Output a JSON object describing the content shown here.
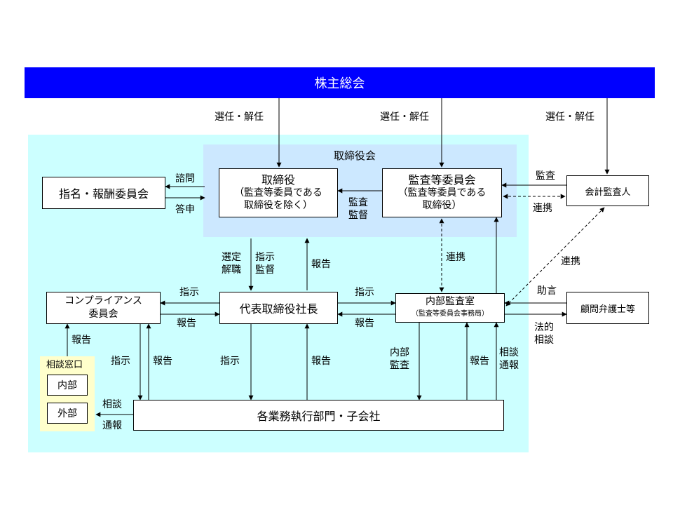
{
  "shareholders_meeting": "株主総会",
  "board": {
    "title": "取締役会",
    "directors": [
      "取締役",
      "（監査等委員である",
      "取締役を除く）"
    ],
    "audit_committee": [
      "監査等委員会",
      "（監査等委員である",
      "取締役）"
    ]
  },
  "nomination_committee": "指名・報酬委員会",
  "accounting_auditor": "会計監査人",
  "president": "代表取締役社長",
  "compliance_committee": [
    "コンプライアンス",
    "委員会"
  ],
  "internal_audit": [
    "内部監査室",
    "（監査等委員会事務局）"
  ],
  "legal_advisor": "顧問弁護士等",
  "consultation_desk": {
    "title": "相談窓口",
    "internal": "内部",
    "external": "外部"
  },
  "divisions": "各業務執行部門・子会社",
  "labels": {
    "elect_dismiss": "選任・解任",
    "consult_query": "諮問",
    "report_answer": "答申",
    "audit": "監査",
    "supervise": "監督",
    "cooperation": "連携",
    "select": "選定",
    "dismiss": "解職",
    "instruct": "指示",
    "report": "報告",
    "supervise2": "監督",
    "advice": "助言",
    "legal": "法的",
    "consult": "相談",
    "internal": "内部",
    "inspection": "監査",
    "whistle": "通報"
  },
  "colors": {
    "header_blue": "#0000ff",
    "outer_region": "#ccffff",
    "board_region": "#cce8ff",
    "desk_bg": "#ffffcc"
  }
}
